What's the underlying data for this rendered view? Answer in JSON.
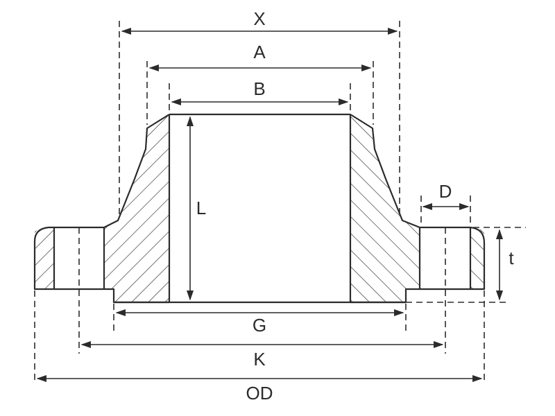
{
  "diagram": {
    "labels": {
      "X": "X",
      "A": "A",
      "B": "B",
      "L": "L",
      "D": "D",
      "t": "t",
      "G": "G",
      "K": "K",
      "OD": "OD"
    },
    "line_color": "#2b2b2b"
  }
}
